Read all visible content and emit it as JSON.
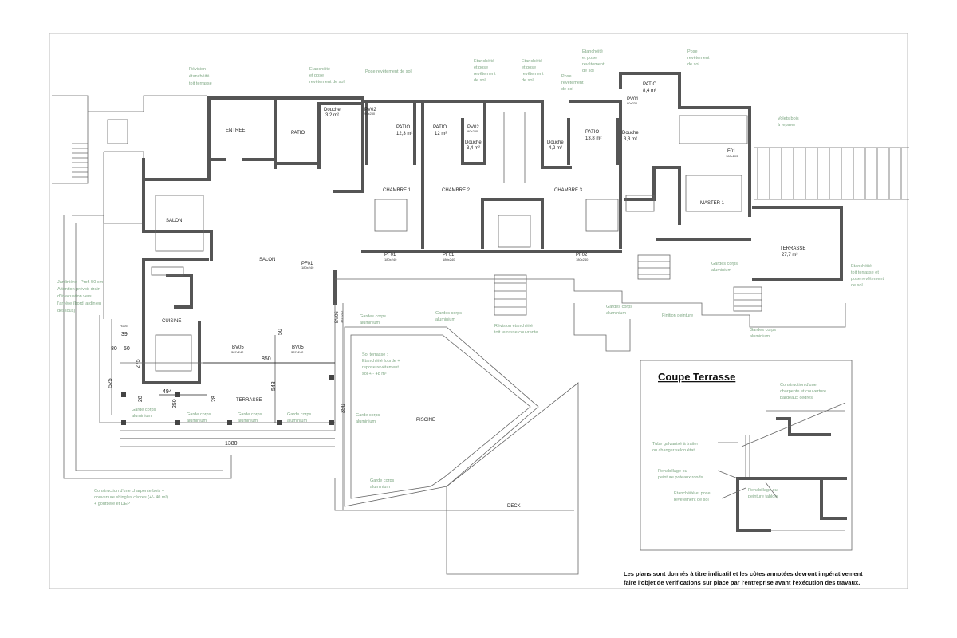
{
  "rooms": {
    "entree": "ENTREE",
    "patio_entree": "PATIO",
    "douche_1": "Douche",
    "douche_1_area": "3,2 m²",
    "patio_ch1": "PATIO",
    "patio_ch1_area": "12,3 m²",
    "patio_ch2": "PATIO",
    "patio_ch2_area": "12 m²",
    "douche_2": "Douche",
    "douche_2_area": "3,4 m²",
    "douche_3": "Douche",
    "douche_3_area": "4,2 m²",
    "patio_ch3": "PATIO",
    "patio_ch3_area": "13,8 m²",
    "douche_4": "Douche",
    "douche_4_area": "3,3 m²",
    "patio_master": "PATIO",
    "patio_master_area": "8,4 m²",
    "chambre_1": "CHAMBRE 1",
    "chambre_2": "CHAMBRE 2",
    "chambre_3": "CHAMBRE 3",
    "master_1": "MASTER 1",
    "salon_small": "SALON",
    "salon_main": "SALON",
    "cuisine": "CUISINE",
    "terrasse_main": "TERRASSE",
    "terrasse_east": "TERRASSE",
    "terrasse_east_area": "27,7 m²",
    "piscine": "PISCINE",
    "deck": "DECK"
  },
  "openings": {
    "pv02_a": "PV02",
    "pv02_a_size": "90x230",
    "pv02_b": "PV02",
    "pv02_b_size": "90x230",
    "pv01": "PV01",
    "pv01_size": "90x230",
    "f01": "F01",
    "f01_size": "180x103",
    "pf01_salon": "PF01",
    "pf01_salon_size": "180x240",
    "pf01_ch1": "PF01",
    "pf01_ch1_size": "180x240",
    "pf01_ch2": "PF01",
    "pf01_ch2_size": "180x240",
    "pf02_ch3": "PF02",
    "pf02_ch3_size": "180x240",
    "bv05_a": "BV05",
    "bv05_a_size": "387x242",
    "bv05_b": "BV05",
    "bv05_b_size": "387x242",
    "bv06": "BV06",
    "bv06_size": "387x242",
    "h105": "H105"
  },
  "dimensions": {
    "d850": "850",
    "d543": "543",
    "d494": "494",
    "d1380": "1380",
    "d390": "390",
    "d275": "275",
    "d250": "250",
    "d39": "39",
    "d50": "50",
    "d80": "80",
    "d28a": "28",
    "d28b": "28",
    "d525": "525",
    "d50b": "50"
  },
  "notes": {
    "n1_l1": "Révision",
    "n1_l2": "étanchéité",
    "n1_l3": "toit terrasse",
    "n2_l1": "Etanchéité",
    "n2_l2": "et pose",
    "n2_l3": "revêtement de sol",
    "n3": "Pose revêtement de sol",
    "n4_l1": "Etanchéité",
    "n4_l2": "et pose",
    "n4_l3": "revêtement",
    "n4_l4": "de sol",
    "n5_l1": "Etanchéité",
    "n5_l2": "et pose",
    "n5_l3": "revêtement",
    "n5_l4": "de sol",
    "n6_l1": "Pose",
    "n6_l2": "revêtement",
    "n6_l3": "de sol",
    "n7_l1": "Etanchéité",
    "n7_l2": "et pose",
    "n7_l3": "revêtement",
    "n7_l4": "de sol",
    "n8_l1": "Pose",
    "n8_l2": "revêtement",
    "n8_l3": "de sol",
    "n9_l1": "Volets bois",
    "n9_l2": "à reparer",
    "n10_l1": "Jardinière - Prof. 50 cm",
    "n10_l2": "Attention prévoir drain",
    "n10_l3": "d'évacuation vers",
    "n10_l4": "l'arrière (bord jardin en",
    "n10_l5": "dessous)",
    "n11_l1": "Gardes corps",
    "n11_l2": "aluminium",
    "n12_l1": "Gardes corps",
    "n12_l2": "aluminium",
    "n13_l1": "Révision étanchéité",
    "n13_l2": "toit terrasse couvrante",
    "n14_l1": "Gardes corps",
    "n14_l2": "aluminium",
    "n15": "Finition peinture",
    "n16_l1": "Gardes corps",
    "n16_l2": "aluminium",
    "n17_l1": "Gardes corps",
    "n17_l2": "aluminium",
    "n18_l1": "Etanchéité",
    "n18_l2": "toit terrasse et",
    "n18_l3": "pose revêtement",
    "n18_l4": "de sol",
    "n19_l1": "Sol terrasse :",
    "n19_l2": "Etanchéité lourde +",
    "n19_l3": "repose revêtement",
    "n19_l4": "sol +/- 48 m²",
    "n20_l1": "Garde corps",
    "n20_l2": "aluminium",
    "n21_l1": "Garde corps",
    "n21_l2": "aluminium",
    "n22_l1": "Garde corps",
    "n22_l2": "aluminium",
    "n23_l1": "Garde corps",
    "n23_l2": "aluminium",
    "n24_l1": "Garde corps",
    "n24_l2": "aluminium",
    "n25_l1": "Garde corps",
    "n25_l2": "aluminium",
    "n26_l1": "Construction d'une charpente bois +",
    "n26_l2": "couverture shingles cèdres (+/- 40 m²)",
    "n26_l3": "+ gouttière et DEP"
  },
  "coupe": {
    "title": "Coupe Terrasse",
    "c1_l1": "Construction d'une",
    "c1_l2": "charpente et couverture",
    "c1_l3": "bardeaux cèdres",
    "c2_l1": "Tube galvanisé à traiter",
    "c2_l2": "ou changer selon état",
    "c3_l1": "Rehabillage ou",
    "c3_l2": "peinture poteaux ronds",
    "c4_l1": "Etanchéité et pose",
    "c4_l2": "revêtement de sol",
    "c5_l1": "Rehabillage ou",
    "c5_l2": "peinture tablors"
  },
  "disclaimer": {
    "line1": "Les plans sont donnés à titre indicatif et les côtes annotées devront impérativement",
    "line2": "faire l'objet de vérifications sur place par l'entreprise avant l'exécution des travaux."
  },
  "colors": {
    "wall": "#555555",
    "note": "#7fa884",
    "paper": "#ffffff"
  }
}
